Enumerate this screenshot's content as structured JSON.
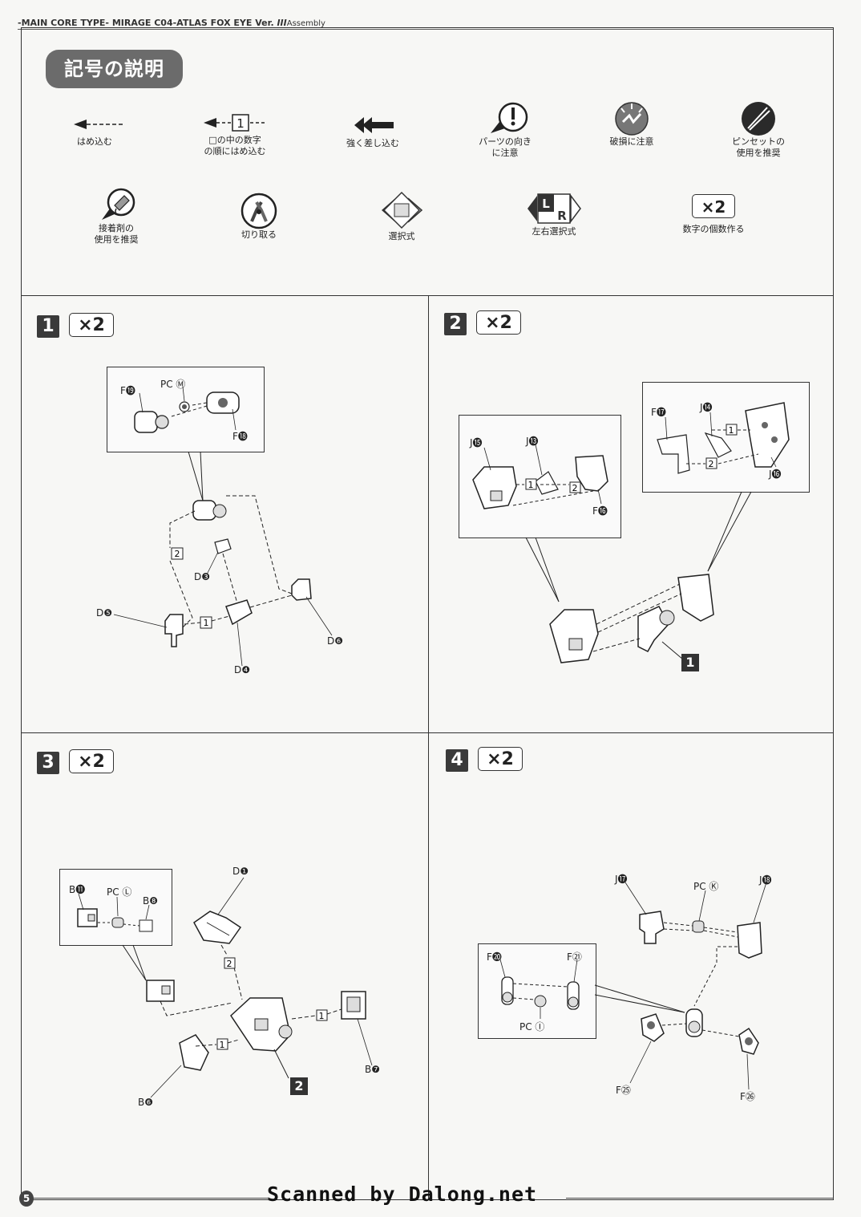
{
  "header": {
    "main": "-MAIN CORE TYPE- MIRAGE C04-ATLAS FOX EYE Ver. ",
    "roman": "III",
    "sub": "Assembly"
  },
  "legend": {
    "title": "記号の説明",
    "items": [
      {
        "icon": "insert-arrow-icon",
        "lines": [
          "はめ込む"
        ]
      },
      {
        "icon": "numbered-order-icon",
        "lines": [
          "□の中の数字",
          "の順にはめ込む"
        ],
        "num": "1"
      },
      {
        "icon": "push-firmly-icon",
        "lines": [
          "強く差し込む"
        ]
      },
      {
        "icon": "caution-direction-icon",
        "lines": [
          "パーツの向き",
          "に注意"
        ]
      },
      {
        "icon": "damage-warning-icon",
        "lines": [
          "破損に注意"
        ]
      },
      {
        "icon": "tweezers-icon",
        "lines": [
          "ピンセットの",
          "使用を推奨"
        ]
      },
      {
        "icon": "glue-icon",
        "lines": [
          "接着剤の",
          "使用を推奨"
        ]
      },
      {
        "icon": "nipper-cut-icon",
        "lines": [
          "切り取る"
        ]
      },
      {
        "icon": "select-option-icon",
        "lines": [
          "選択式"
        ]
      },
      {
        "icon": "left-right-select-icon",
        "lines": [
          "左右選択式"
        ],
        "l": "L",
        "r": "R"
      },
      {
        "icon": "quantity-x2-icon",
        "lines": [
          "数字の個数作る"
        ],
        "mult": "×2"
      }
    ]
  },
  "steps": [
    {
      "num": "1",
      "mult": "×2",
      "callouts": [
        "F⓳",
        "PC Ⓜ",
        "F⓲",
        "D❸",
        "D❺",
        "D❻",
        "D❹"
      ],
      "orders": [
        "2",
        "1"
      ]
    },
    {
      "num": "2",
      "mult": "×2",
      "callouts": [
        "J⓯",
        "J⓭",
        "F⓰",
        "F⓱",
        "J⓮",
        "J⓰"
      ],
      "orders": [
        "1",
        "2",
        "1",
        "2"
      ],
      "ref": "1"
    },
    {
      "num": "3",
      "mult": "×2",
      "callouts": [
        "B⓫",
        "PC Ⓛ",
        "B❽",
        "D❶",
        "B❼",
        "B❻"
      ],
      "orders": [
        "2",
        "1",
        "1"
      ],
      "ref": "2"
    },
    {
      "num": "4",
      "mult": "×2",
      "callouts": [
        "J⓱",
        "PC Ⓚ",
        "J⓲",
        "F⓴",
        "F㉑",
        "PC Ⓘ",
        "F㉕",
        "F㉖"
      ]
    }
  ],
  "page_number": "5",
  "footer": "Scanned by Dalong.net"
}
